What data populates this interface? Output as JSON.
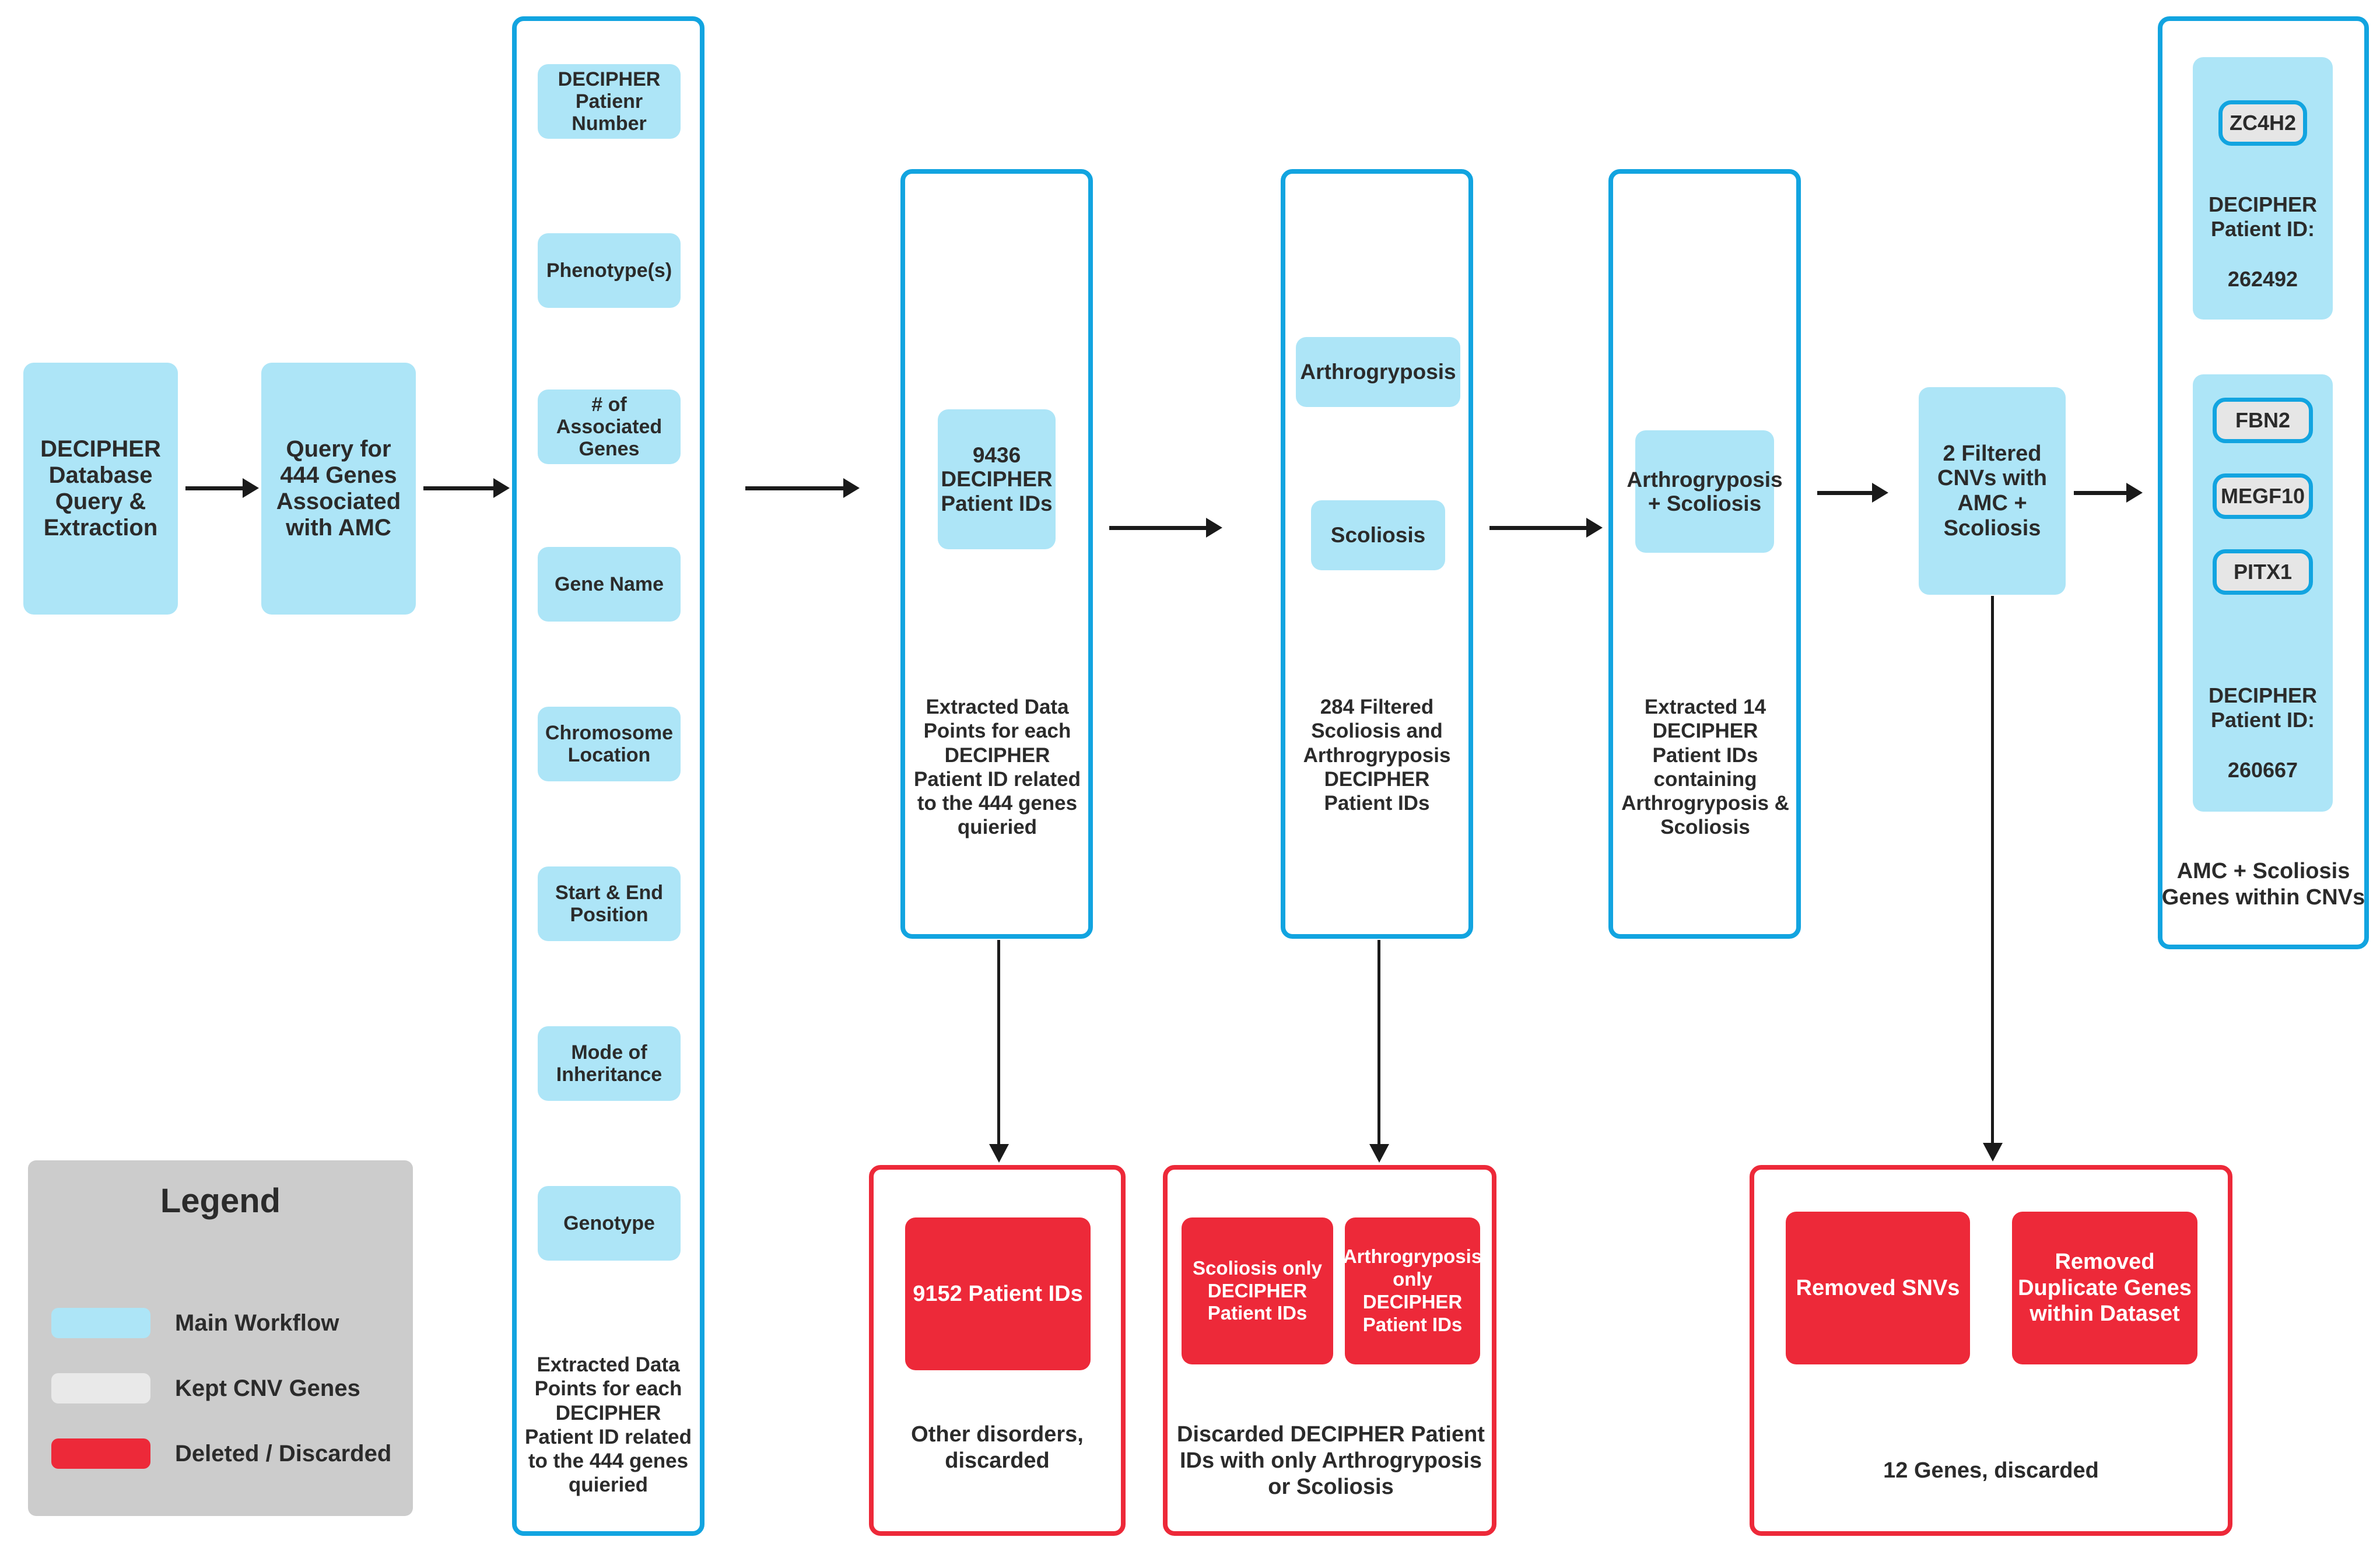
{
  "colors": {
    "main_workflow": "#ade5f7",
    "kept_cnv_genes": "#e6e6e6",
    "deleted_discarded": "#ed2939",
    "container_border": "#12a4e0",
    "legend_bg": "#cccccc",
    "text": "#2b2b2b",
    "arrow": "#1a1a1a"
  },
  "stage1": {
    "node1": "DECIPHER Database Query & Extraction",
    "node2": "Query for 444 Genes Associated with AMC"
  },
  "datapoints_panel": {
    "items": [
      "DECIPHER Patienr Number",
      "Phenotype(s)",
      "# of Associated Genes",
      "Gene Name",
      "Chromosome Location",
      "Start & End Position",
      "Mode of Inheritance",
      "Genotype"
    ],
    "caption": "Extracted Data Points for each DECIPHER Patient ID related to the 444 genes quieried"
  },
  "ids_panel": {
    "chip": "9436 DECIPHER Patient IDs",
    "caption": "Extracted Data Points for each DECIPHER Patient ID related to the 444 genes quieried"
  },
  "pheno_panel": {
    "chips": [
      "Arthrogryposis",
      "Scoliosis"
    ],
    "caption": "284 Filtered Scoliosis and Arthrogryposis DECIPHER Patient IDs"
  },
  "combined_panel": {
    "chip": "Arthrogryposis + Scoliosis",
    "caption": "Extracted 14 DECIPHER Patient IDs containing Arthrogryposis & Scoliosis"
  },
  "cnv_node": {
    "label": "2 Filtered CNVs with AMC + Scoliosis"
  },
  "genes_panel": {
    "groups": [
      {
        "genes": [
          "ZC4H2"
        ],
        "patient_label": "DECIPHER Patient ID:",
        "patient_id": "262492"
      },
      {
        "genes": [
          "FBN2",
          "MEGF10",
          "PITX1"
        ],
        "patient_label": "DECIPHER Patient ID:",
        "patient_id": "260667"
      }
    ],
    "caption": "AMC + Scoliosis Genes within CNVs"
  },
  "discard_other": {
    "chip": "9152 Patient IDs",
    "caption": "Other disorders, discarded"
  },
  "discard_single_pheno": {
    "chips": [
      "Scoliosis only DECIPHER Patient IDs",
      "Arthrogryposis only DECIPHER Patient IDs"
    ],
    "caption": "Discarded DECIPHER Patient IDs with only Arthrogryposis or Scoliosis"
  },
  "discard_genes": {
    "chips": [
      "Removed SNVs",
      "Removed Duplicate Genes within Dataset"
    ],
    "caption": "12 Genes, discarded"
  },
  "legend": {
    "title": "Legend",
    "items": [
      {
        "label": "Main Workflow",
        "color": "#ade5f7"
      },
      {
        "label": "Kept CNV Genes",
        "color": "#e6e6e6"
      },
      {
        "label": "Deleted / Discarded",
        "color": "#ed2939"
      }
    ]
  }
}
